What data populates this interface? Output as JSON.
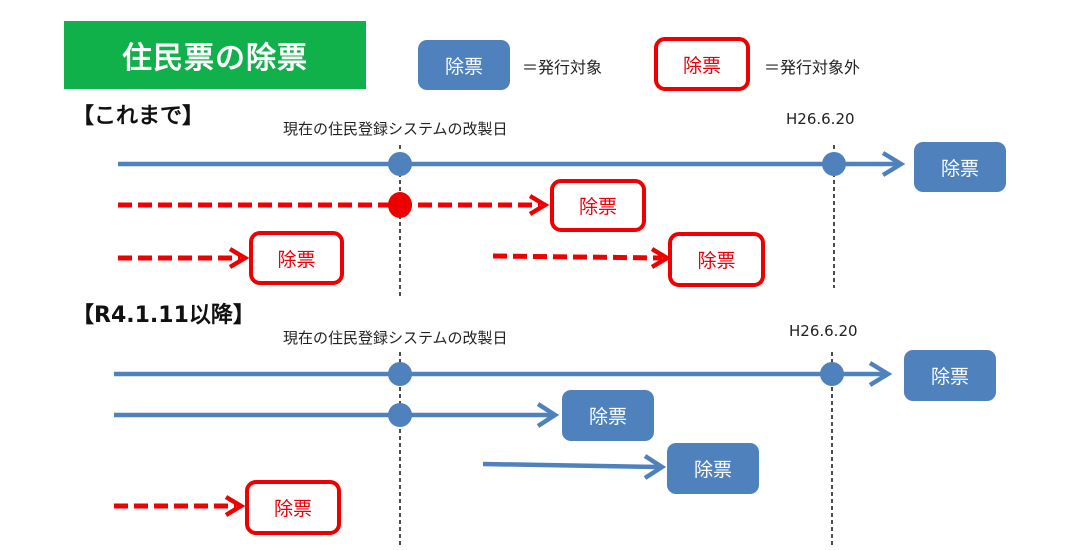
{
  "title": "住民票の除票",
  "legend": [
    {
      "box_label": "除票",
      "style": "blue",
      "text": "＝発行対象"
    },
    {
      "box_label": "除票",
      "style": "red",
      "text": "＝発行対象外"
    }
  ],
  "colors": {
    "green": "#10b04b",
    "blue": "#4f81bd",
    "red": "#ee0000"
  },
  "sections": [
    {
      "heading": "【これまで】",
      "marker_left_label": "現在の住民登録システムの改製日",
      "marker_right_label": "H26.6.20",
      "rows": [
        {
          "style": "blue-solid",
          "box_label": "除票"
        },
        {
          "style": "red-dashed",
          "box_label": "除票"
        },
        {
          "style": "red-dashed",
          "box_label": "除票"
        },
        {
          "style": "red-dashed",
          "box_label": "除票"
        }
      ]
    },
    {
      "heading": "【R4.1.11以降】",
      "marker_left_label": "現在の住民登録システムの改製日",
      "marker_right_label": "H26.6.20",
      "rows": [
        {
          "style": "blue-solid",
          "box_label": "除票"
        },
        {
          "style": "blue-solid",
          "box_label": "除票"
        },
        {
          "style": "blue-solid",
          "box_label": "除票"
        },
        {
          "style": "red-dashed",
          "box_label": "除票"
        }
      ]
    }
  ]
}
